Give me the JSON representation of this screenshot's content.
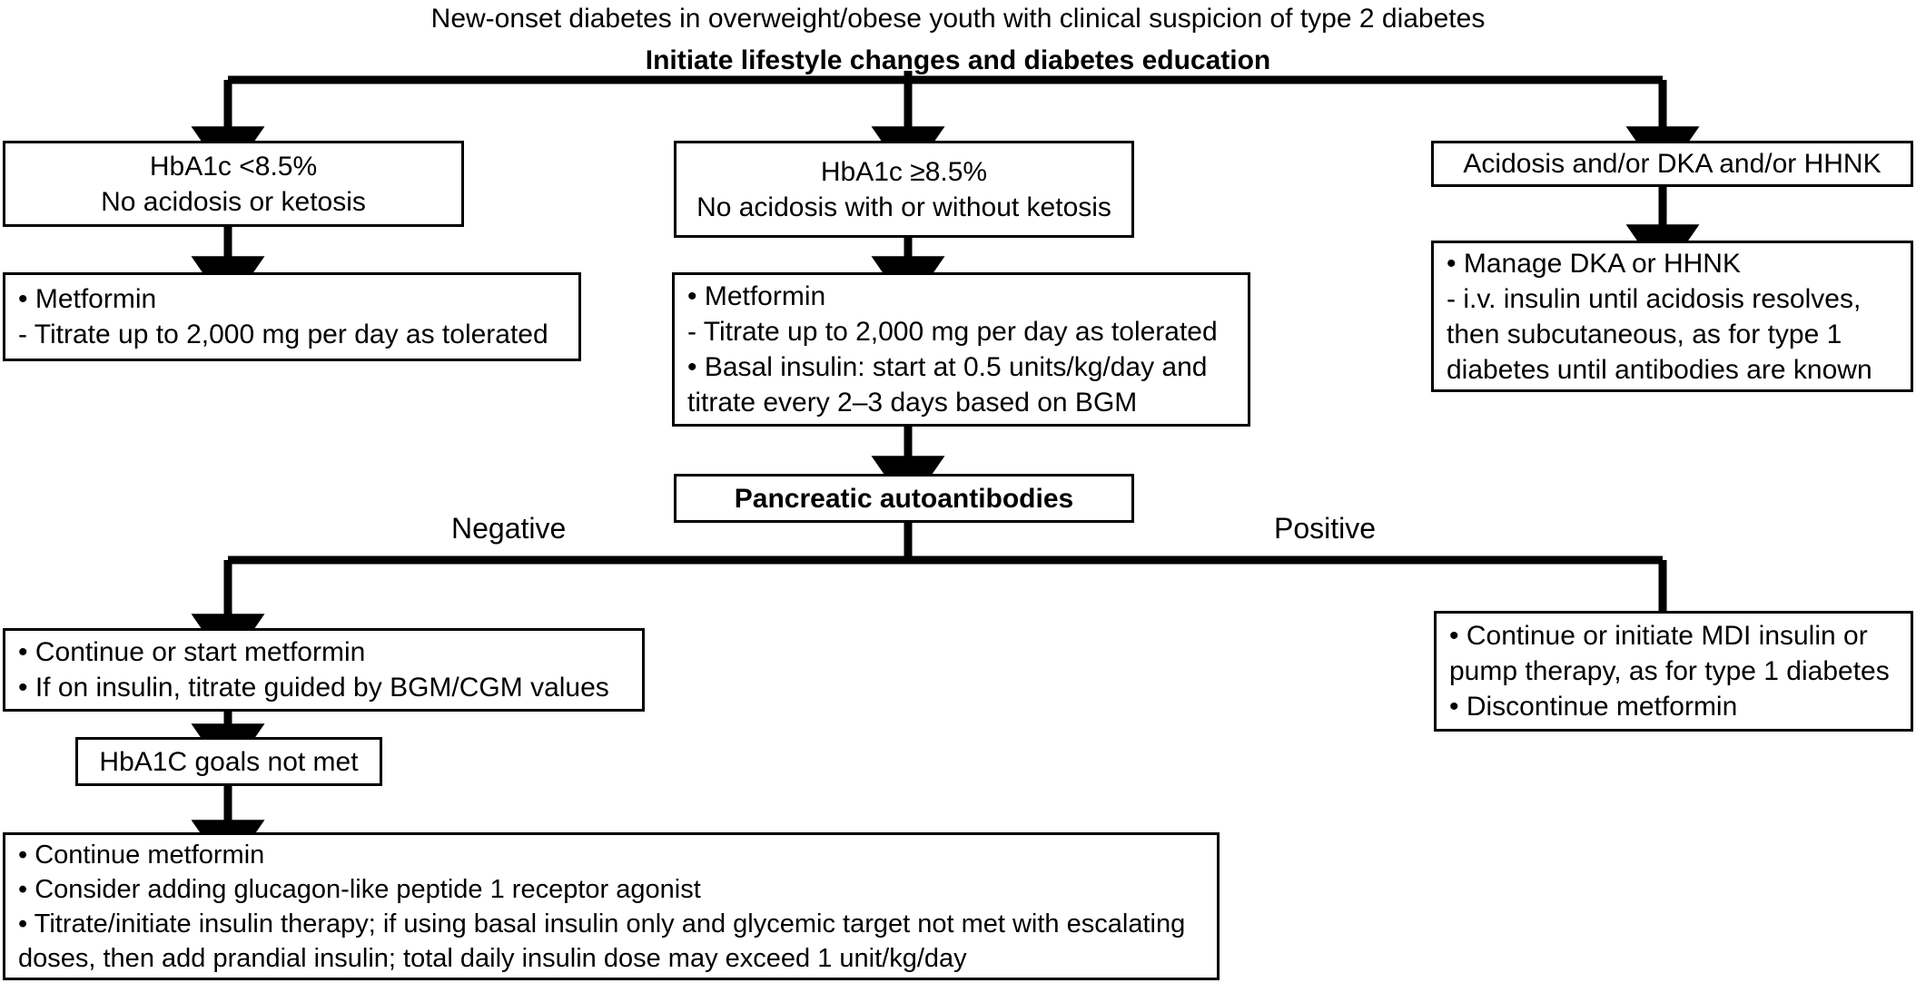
{
  "figure": {
    "title": "New-onset diabetes in overweight/obese youth with clinical suspicion of type 2 diabetes",
    "subtitle": "Initiate lifestyle changes and diabetes education",
    "type": "flowchart",
    "colors": {
      "stroke": "#000000",
      "background": "#ffffff",
      "text": "#000000"
    }
  },
  "branch_labels": {
    "negative": "Negative",
    "positive": "Positive"
  },
  "nodes": {
    "left_criteria": {
      "line1": "HbA1c <8.5%",
      "line2": "No acidosis or ketosis"
    },
    "left_treatment": {
      "line1": "• Metformin",
      "line2": "- Titrate up to 2,000 mg per day as tolerated"
    },
    "mid_criteria": {
      "line1": "HbA1c ≥8.5%",
      "line2": "No acidosis with or without ketosis"
    },
    "mid_treatment": {
      "line1": "• Metformin",
      "line2": "- Titrate up to 2,000 mg per day as tolerated",
      "line3": "• Basal insulin: start at 0.5 units/kg/day and",
      "line4": "titrate every 2–3 days based on BGM"
    },
    "right_criteria": {
      "line1": "Acidosis and/or DKA and/or HHNK"
    },
    "right_treatment": {
      "line1": "• Manage DKA or HHNK",
      "line2": "- i.v. insulin until acidosis resolves,",
      "line3": "then subcutaneous, as for type 1",
      "line4": "diabetes until antibodies are known"
    },
    "autoantibodies": {
      "line1": "Pancreatic autoantibodies"
    },
    "negative_branch": {
      "line1": "• Continue or start metformin",
      "line2": "• If on insulin, titrate guided by BGM/CGM values"
    },
    "goals_not_met": {
      "line1": "HbA1C goals not met"
    },
    "escalation": {
      "line1": "• Continue metformin",
      "line2": "• Consider adding glucagon-like peptide 1 receptor agonist",
      "line3": "• Titrate/initiate insulin therapy; if using basal insulin only and glycemic target not met with escalating",
      "line4": "doses, then add prandial insulin; total daily insulin dose may exceed 1 unit/kg/day"
    },
    "positive_branch": {
      "line1": "• Continue or initiate MDI insulin or",
      "line2": "pump therapy, as for type 1 diabetes",
      "line3": "• Discontinue metformin"
    }
  }
}
